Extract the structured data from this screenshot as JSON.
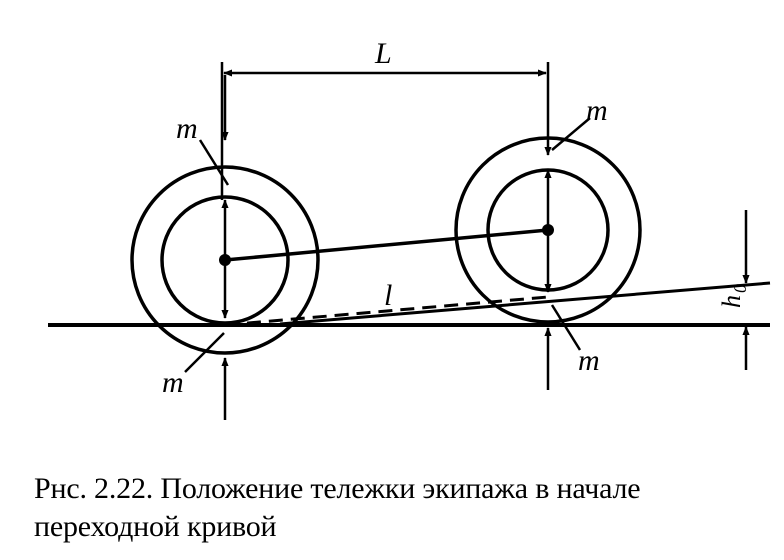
{
  "labels": {
    "L": "L",
    "l": "l",
    "m": "m",
    "h0": "h",
    "h0_sub": "0"
  },
  "caption": {
    "line1": "Рнс. 2.22. Положение тележки экипажа в начале",
    "line2": "переходной кривой"
  }
}
